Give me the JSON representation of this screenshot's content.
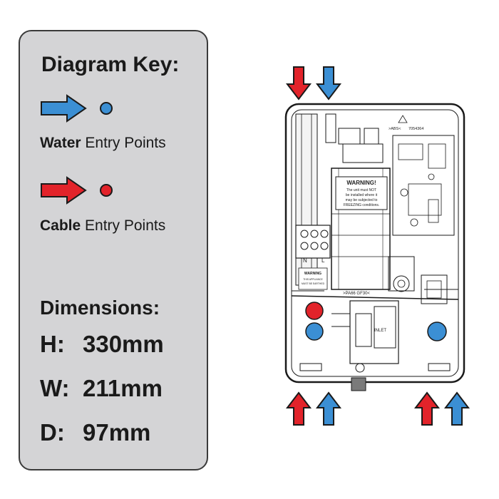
{
  "key": {
    "title": "Diagram Key:",
    "water": {
      "strong": "Water",
      "rest": " Entry Points",
      "color": "#3b8fd4"
    },
    "cable": {
      "strong": "Cable",
      "rest": " Entry Points",
      "color": "#e2232a"
    }
  },
  "dimensions": {
    "title": "Dimensions:",
    "items": [
      {
        "key": "H:",
        "value": "330mm"
      },
      {
        "key": "W:",
        "value": "211mm"
      },
      {
        "key": "D:",
        "value": "97mm"
      }
    ]
  },
  "unit": {
    "warning_title": "WARNING!",
    "warning_lines": [
      "The unit must NOT",
      "be installed where it",
      "may be subjected to",
      "FREEZING conditions."
    ],
    "small_warning_title": "WARNING",
    "small_warning_lines": [
      "THIS APPLIANCE",
      "MUST BE EARTHED"
    ],
    "part_label_1": ">PA66 GF30<",
    "part_label_2": ">ABS<",
    "part_number": "7054364",
    "inlet_label": "INLET",
    "terminal_n": "N",
    "terminal_l": "L"
  }
}
